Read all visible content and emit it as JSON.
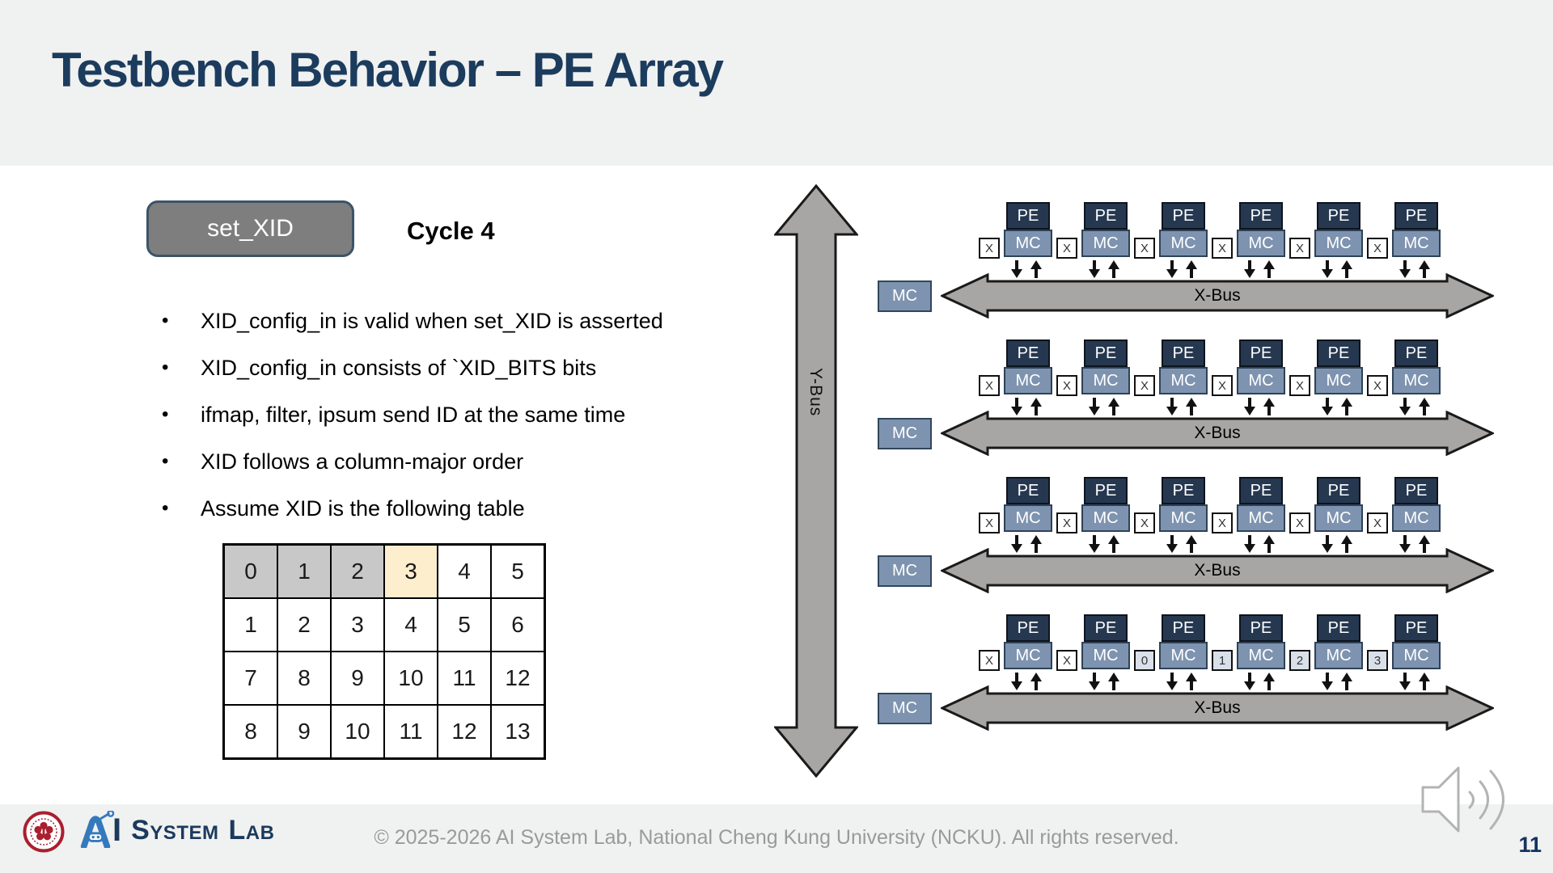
{
  "header": {
    "title": "Testbench Behavior – PE Array"
  },
  "content": {
    "signal_button_label": "set_XID",
    "cycle_label": "Cycle 4",
    "bullet_char": "•",
    "bullets": [
      "XID_config_in is valid when set_XID is asserted",
      "XID_config_in consists of `XID_BITS bits",
      "ifmap, filter, ipsum send ID at the same time",
      "XID follows a column-major order",
      "Assume XID is the following table"
    ]
  },
  "xid_table": {
    "rows": [
      {
        "cells": [
          "0",
          "1",
          "2",
          "3",
          "4",
          "5"
        ]
      },
      {
        "cells": [
          "1",
          "2",
          "3",
          "4",
          "5",
          "6"
        ]
      },
      {
        "cells": [
          "7",
          "8",
          "9",
          "10",
          "11",
          "12"
        ]
      },
      {
        "cells": [
          "8",
          "9",
          "10",
          "11",
          "12",
          "13"
        ]
      }
    ],
    "highlighted_cell_value": "3"
  },
  "pe_array": {
    "pe_label": "PE",
    "mc_label": "MC",
    "y_bus_label": "Y-Bus",
    "rows": [
      {
        "mc_left_label": "MC",
        "bus_label": "X-Bus",
        "small_labels": [
          "X",
          "X",
          "X",
          "X",
          "X",
          "X"
        ]
      },
      {
        "mc_left_label": "MC",
        "bus_label": "X-Bus",
        "small_labels": [
          "X",
          "X",
          "X",
          "X",
          "X",
          "X"
        ]
      },
      {
        "mc_left_label": "MC",
        "bus_label": "X-Bus",
        "small_labels": [
          "X",
          "X",
          "X",
          "X",
          "X",
          "X"
        ]
      },
      {
        "mc_left_label": "MC",
        "bus_label": "X-Bus",
        "small_labels": [
          "X",
          "X",
          "0",
          "1",
          "2",
          "3"
        ]
      }
    ]
  },
  "footer": {
    "copyright": "© 2025-2026 AI System Lab, National Cheng Kung University (NCKU). All rights reserved.",
    "logo": {
      "ai_i": "I",
      "system": "System",
      "lab": "Lab"
    },
    "page_number": "11"
  },
  "icons": {
    "speaker": "speaker-audio-icon",
    "seal": "ncku-seal-logo",
    "robot": "ai-robot-head-icon",
    "y_bus": "y-bus-double-arrow",
    "x_bus": "x-bus-double-arrow"
  },
  "colors": {
    "title_navy": "#1c3c5e",
    "header_footer_gray": "#f0f1f1",
    "button_gray": "#7e7e7e",
    "button_border": "#3c5468",
    "pe_fill": "#263850",
    "mc_fill": "#7e93af",
    "bus_gray": "#a8a6a4",
    "table_header_gray": "#c8c8c8",
    "table_highlight_yellow": "#fdeecd",
    "numbered_box_blue": "#d9e0ea",
    "footer_text_gray": "#9a9a9a",
    "logo_blue": "#3579bd",
    "seal_red": "#aa1f2e"
  }
}
